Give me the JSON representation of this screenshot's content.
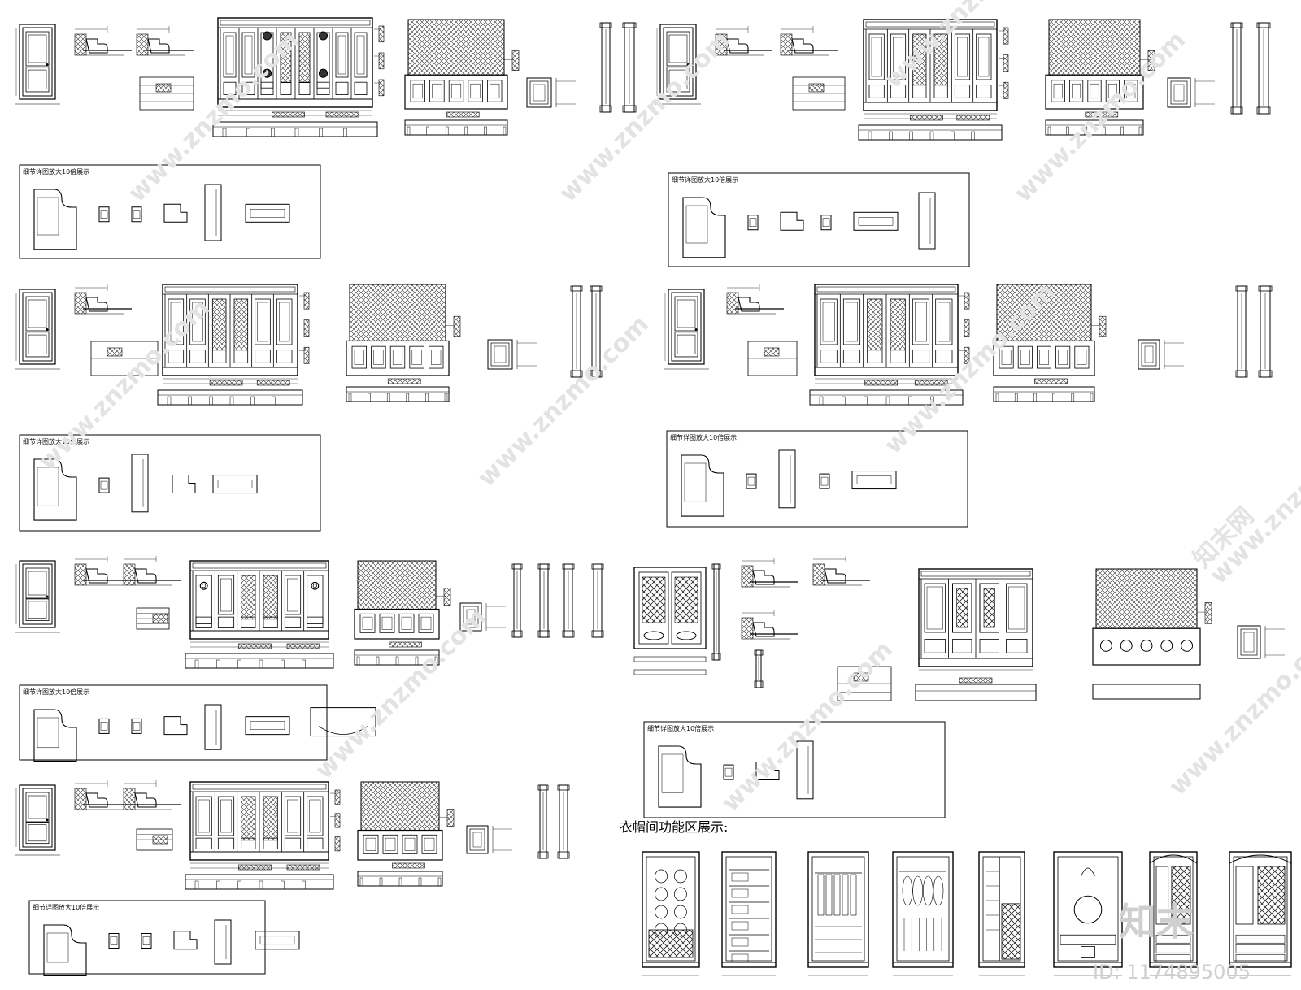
{
  "drawing": {
    "detail_box_title": "细节详图放大10倍展示",
    "wardrobe_section_title": "衣帽间功能区展示:",
    "watermarks": {
      "site": "www.znzmo.com",
      "cn": "知末网",
      "logo_text": "知末",
      "id_text": "ID: 1174895005"
    }
  }
}
